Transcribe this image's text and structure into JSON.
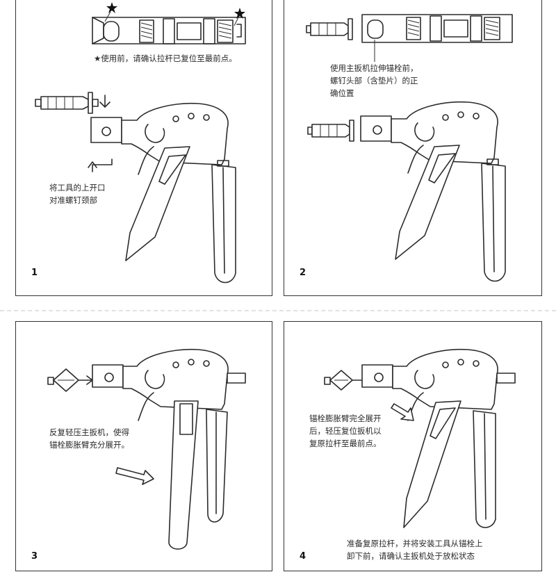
{
  "steps": [
    {
      "number": "1",
      "caption_top": "★使用前，请确认拉杆已复位至最前点。",
      "caption_side": "将工具的上开口\n对准螺钉颈部"
    },
    {
      "number": "2",
      "caption_top": "使用主扳机拉伸锚栓前，\n螺钉头部（含垫片）的正\n确位置"
    },
    {
      "number": "3",
      "caption_side": "反复轻压主扳机，使得\n锚栓膨胀臂充分展开。"
    },
    {
      "number": "4",
      "caption_side": "锚栓膨胀臂完全展开\n后，轻压复位扳机以\n复原拉杆至最前点。",
      "caption_bottom": "准备复原拉杆，并将安装工具从锚栓上\n卸下前，请确认主扳机处于放松状态"
    }
  ],
  "star_symbol": "★",
  "colors": {
    "line": "#2b2b2b",
    "border": "#333333",
    "divider": "#e2e2e2"
  }
}
